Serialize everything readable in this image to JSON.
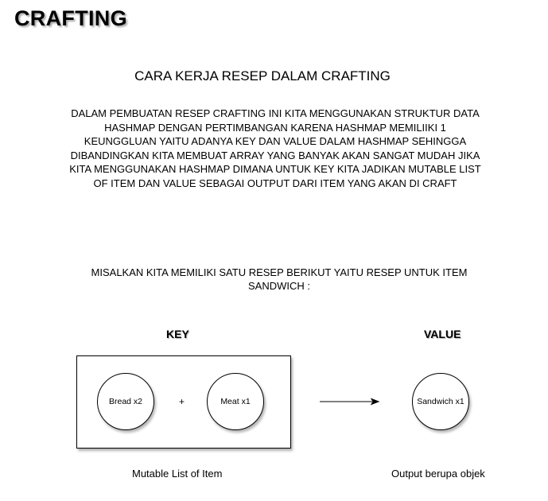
{
  "header": {
    "title": "CRAFTING"
  },
  "content": {
    "subtitle": "CARA KERJA RESEP DALAM CRAFTING",
    "paragraph": "DALAM PEMBUATAN RESEP CRAFTING INI KITA MENGGUNAKAN STRUKTUR DATA HASHMAP DENGAN PERTIMBANGAN KARENA HASHMAP MEMILIIKI 1 KEUNGGLUAN YAITU ADANYA KEY DAN VALUE DALAM HASHMAP SEHINGGA DIBANDINGKAN KITA MEMBUAT ARRAY YANG BANYAK AKAN SANGAT MUDAH JIKA KITA MENGGUNAKAN HASHMAP DIMANA UNTUK KEY KITA JADIKAN MUTABLE LIST OF ITEM DAN VALUE SEBAGAI OUTPUT DARI ITEM YANG AKAN DI CRAFT",
    "example": "MISALKAN KITA MEMILIKI SATU RESEP BERIKUT YAITU RESEP UNTUK ITEM SANDWICH :"
  },
  "diagram": {
    "key_label": "KEY",
    "value_label": "VALUE",
    "key_items": [
      {
        "label": "Bread x2"
      },
      {
        "label": "Meat x1"
      }
    ],
    "plus": "+",
    "value_item": {
      "label": "Sandwich x1"
    },
    "key_caption": "Mutable List of Item",
    "value_caption": "Output berupa objek",
    "arrow_icon": "right-arrow-icon"
  }
}
